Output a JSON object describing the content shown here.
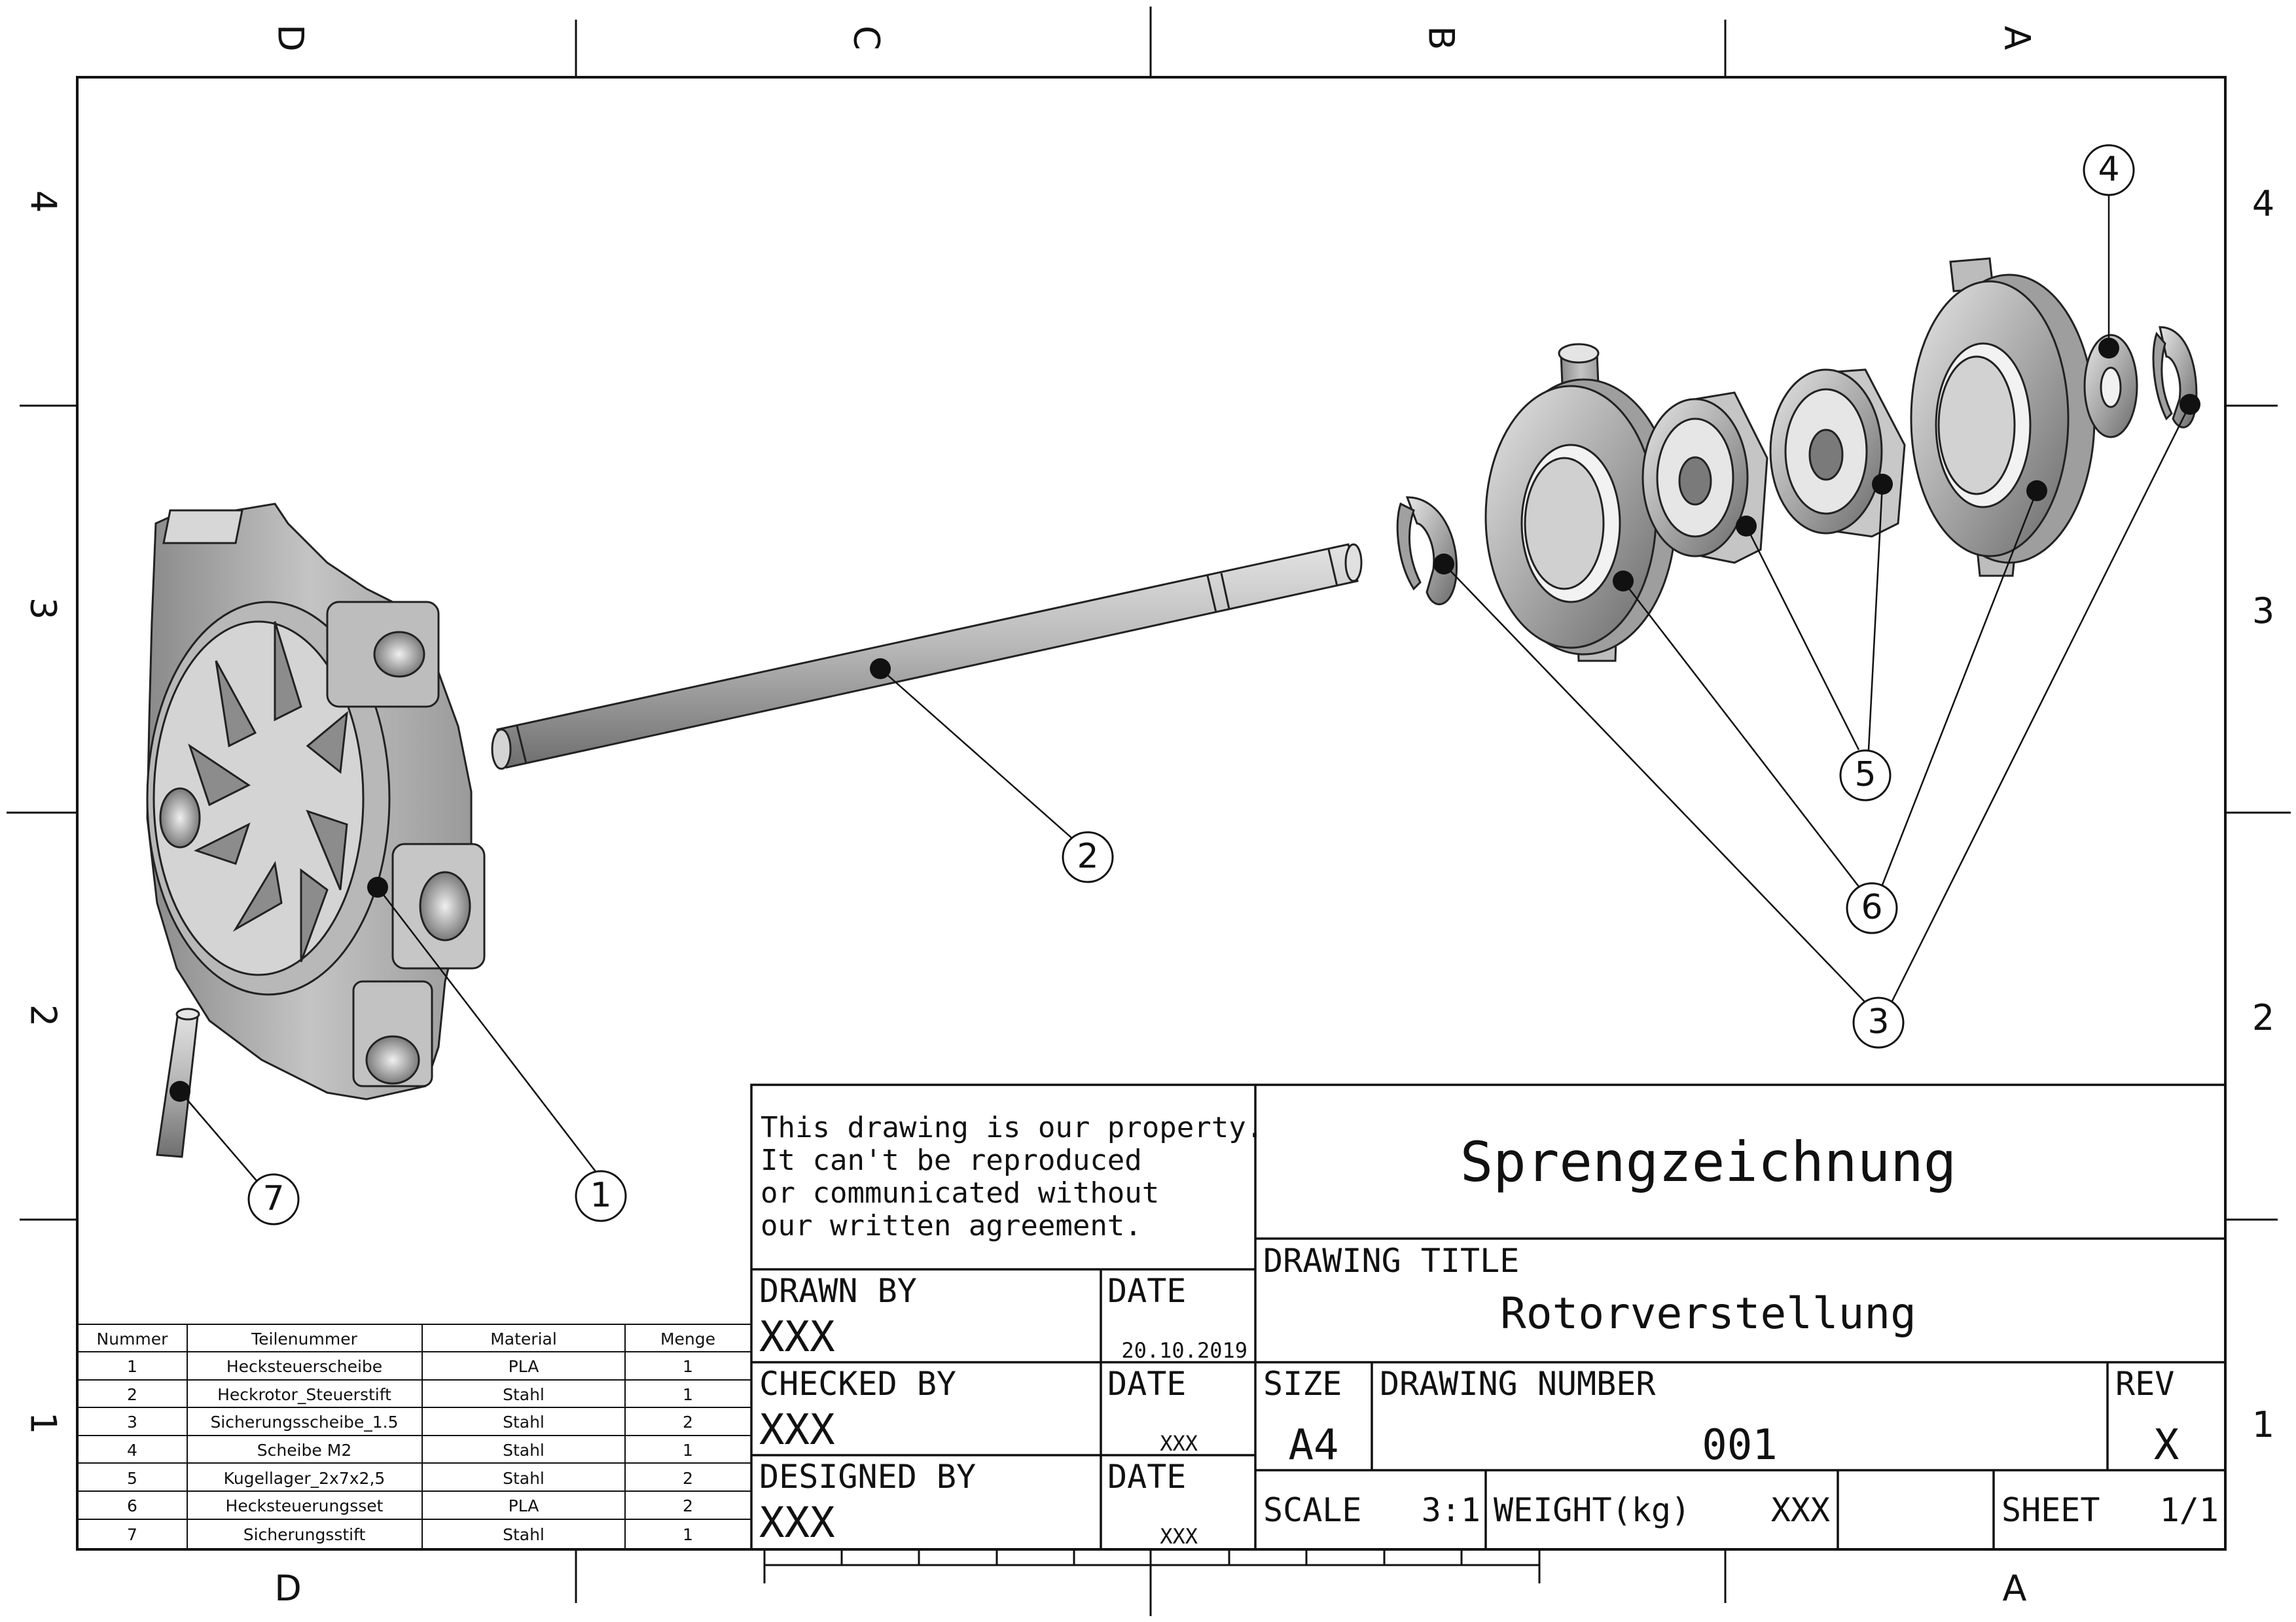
{
  "zones": {
    "columns": [
      "D",
      "C",
      "B",
      "A"
    ],
    "bottom_columns": [
      "D",
      "A"
    ],
    "rows": [
      "4",
      "3",
      "2",
      "1"
    ]
  },
  "balloons": [
    "1",
    "2",
    "3",
    "4",
    "5",
    "6",
    "7"
  ],
  "bom": {
    "headers": [
      "Nummer",
      "Teilenummer",
      "Material",
      "Menge"
    ],
    "rows": [
      [
        "1",
        "Hecksteuerscheibe",
        "PLA",
        "1"
      ],
      [
        "2",
        "Heckrotor_Steuerstift",
        "Stahl",
        "1"
      ],
      [
        "3",
        "Sicherungsscheibe_1.5",
        "Stahl",
        "2"
      ],
      [
        "4",
        "Scheibe M2",
        "Stahl",
        "1"
      ],
      [
        "5",
        "Kugellager_2x7x2,5",
        "Stahl",
        "2"
      ],
      [
        "6",
        "Hecksteuerungsset",
        "PLA",
        "2"
      ],
      [
        "7",
        "Sicherungsstift",
        "Stahl",
        "1"
      ]
    ]
  },
  "title_block": {
    "property_notice": [
      "This drawing is our property.",
      "It can't be reproduced",
      "or communicated without",
      "our written agreement."
    ],
    "company_title": "Sprengzeichnung",
    "drawing_title_label": "DRAWING TITLE",
    "drawing_title": "Rotorverstellung",
    "drawn_by_label": "DRAWN BY",
    "drawn_by": "XXX",
    "drawn_date_label": "DATE",
    "drawn_date": "20.10.2019",
    "checked_by_label": "CHECKED BY",
    "checked_by": "XXX",
    "checked_date_label": "DATE",
    "checked_date": "XXX",
    "designed_by_label": "DESIGNED BY",
    "designed_by": "XXX",
    "designed_date_label": "DATE",
    "designed_date": "XXX",
    "size_label": "SIZE",
    "size": "A4",
    "drawing_number_label": "DRAWING NUMBER",
    "drawing_number": "001",
    "rev_label": "REV",
    "rev": "X",
    "scale_label": "SCALE",
    "scale": "3:1",
    "weight_label": "WEIGHT(kg)",
    "weight": "XXX",
    "sheet_label": "SHEET",
    "sheet": "1/1"
  },
  "colors": {
    "line": "#111111",
    "part_dark": "#6f6f6f",
    "part_mid": "#a6a6a6",
    "part_light": "#dadada"
  }
}
